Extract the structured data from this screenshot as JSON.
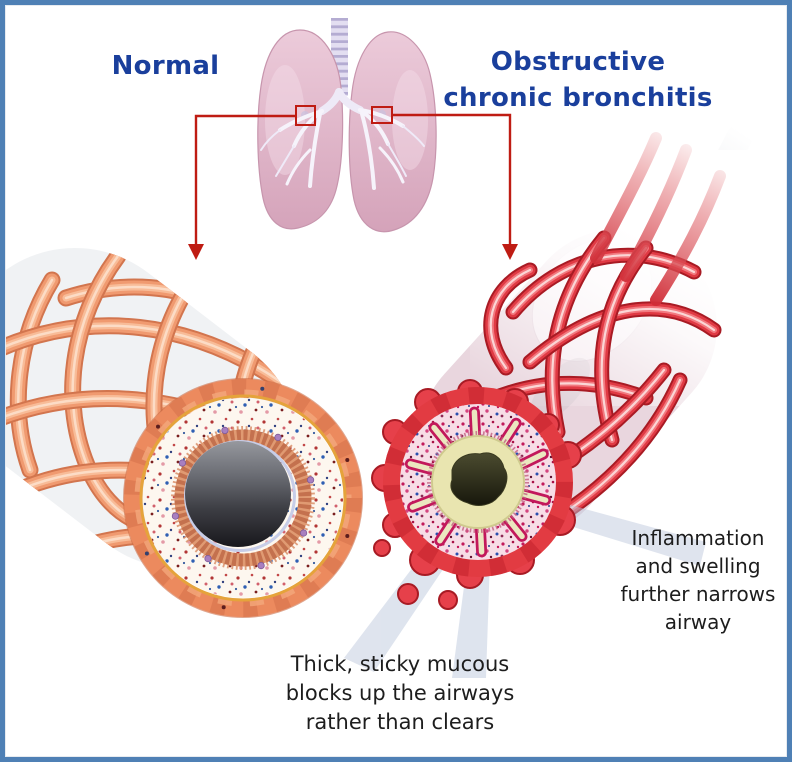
{
  "figure": {
    "type": "medical-illustration",
    "title_left": "Normal",
    "title_right_lines": [
      "Obstructive",
      "chronic bronchitis"
    ]
  },
  "annotations": {
    "inflammation_lines": [
      "Inflammation",
      "and swelling",
      "further narrows",
      "airway"
    ],
    "mucus_lines": [
      "Thick, sticky mucous",
      "blocks up the airways",
      "rather than clears"
    ]
  },
  "colors": {
    "frame_border": "#4f80b5",
    "heading_text": "#1a3f9c",
    "annotation_text": "#1d1d1d",
    "callout_arrow": "#bf1c13",
    "lung_pink": "#e3bed0",
    "bronchial_tree": "#f6f3fb",
    "normal_muscle_band": "#f09a70",
    "normal_tube_wall": "#d6d9dc",
    "normal_lumen": "#2c2c31",
    "inflamed_muscle_band": "#e23b42",
    "inflamed_wall": "#f7dde6",
    "mucus": "#e9e5b0",
    "obstructed_lumen": "#201f10",
    "light_beam": "#bfcade"
  }
}
